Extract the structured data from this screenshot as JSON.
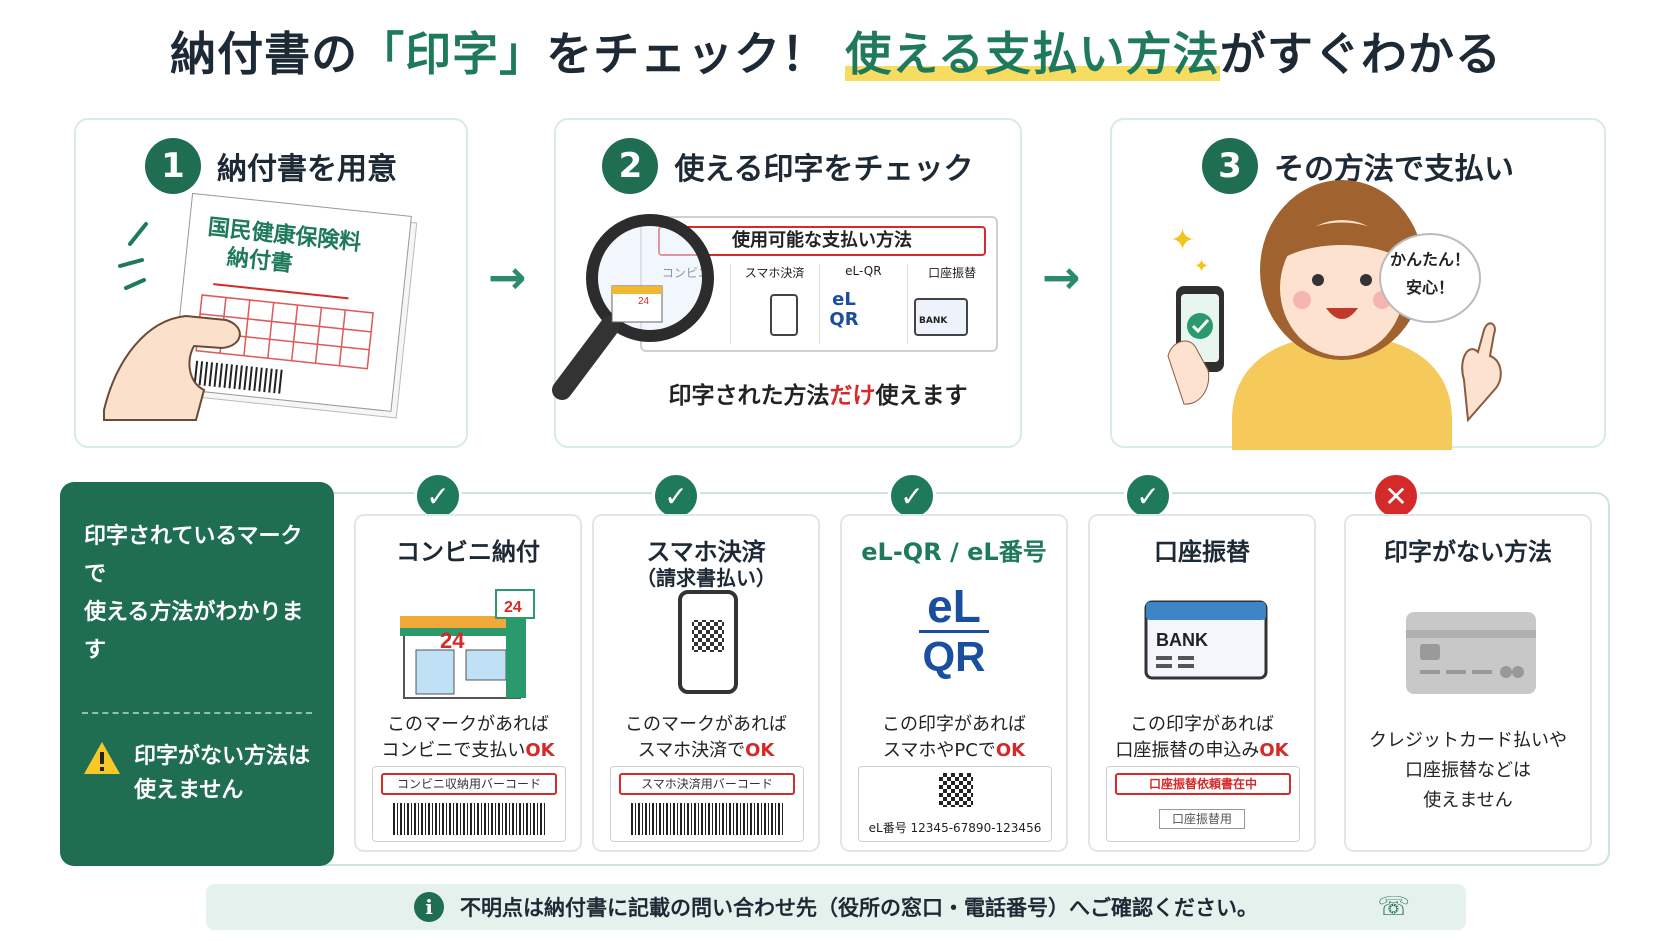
{
  "title": {
    "part1": "納付書の",
    "bracket_open": "「",
    "bracket_word": "印字",
    "bracket_close": "」",
    "part2": "をチェック！",
    "highlight": "使える支払い方法",
    "part3": "がすぐわかる"
  },
  "steps": [
    {
      "num": "1",
      "title": "納付書を用意",
      "doc_title_line1": "国民健康保険料",
      "doc_title_line2": "納付書"
    },
    {
      "num": "2",
      "title": "使える印字をチェック",
      "panel_header": "使用可能な支払い方法",
      "panel_cols": [
        "コンビニ",
        "スマホ決済",
        "eL-QR",
        "口座振替"
      ],
      "bank_mini": "BANK",
      "caption_pre": "印字された方法",
      "caption_em": "だけ",
      "caption_post": "使えます"
    },
    {
      "num": "3",
      "title": "その方法で支払い",
      "bubble_line1": "かんたん！",
      "bubble_line2": "安心！"
    }
  ],
  "left_panel": {
    "line1": "印字されているマークで",
    "line2": "使える方法がわかります",
    "warn_line1": "印字がない方法は",
    "warn_line2": "使えません"
  },
  "cards": [
    {
      "title": "コンビニ納付",
      "subtitle": "",
      "desc1": "このマークがあれば",
      "desc2_pre": "コンビニで支払い",
      "desc2_ok": "OK",
      "box_label": "コンビニ収納用バーコード",
      "store_num": "24",
      "status": "ok"
    },
    {
      "title": "スマホ決済",
      "subtitle": "（請求書払い）",
      "desc1": "このマークがあれば",
      "desc2_pre": "スマホ決済で",
      "desc2_ok": "OK",
      "box_label": "スマホ決済用バーコード",
      "status": "ok"
    },
    {
      "title": "eL-QR / eL番号",
      "subtitle": "",
      "logo_top": "eL",
      "logo_bottom": "QR",
      "desc1": "この印字があれば",
      "desc2_pre": "スマホやPCで",
      "desc2_ok": "OK",
      "box_label": "eL番号  12345-67890-123456",
      "status": "ok"
    },
    {
      "title": "口座振替",
      "subtitle": "",
      "bank_label": "BANK",
      "desc1": "この印字があれば",
      "desc2_pre": "口座振替の申込み",
      "desc2_ok": "OK",
      "box_label": "口座振替依頼書在中",
      "box_sub": "口座振替用",
      "status": "ok"
    },
    {
      "title": "印字がない方法",
      "subtitle": "",
      "desc1": "クレジットカード払いや",
      "desc2": "口座振替などは",
      "desc3": "使えません",
      "status": "ng"
    }
  ],
  "footer": {
    "text": "不明点は納付書に記載の問い合わせ先（役所の窓口・電話番号）へご確認ください。"
  },
  "colors": {
    "brand_green": "#1f6e52",
    "accent_red": "#d52a2a",
    "highlight_yellow": "#f6dd62"
  },
  "icons": {
    "check": "check-icon",
    "cross": "cross-icon",
    "warning": "warning-icon",
    "info": "info-icon",
    "phone": "phone-icon",
    "magnifier": "magnifier-icon"
  }
}
